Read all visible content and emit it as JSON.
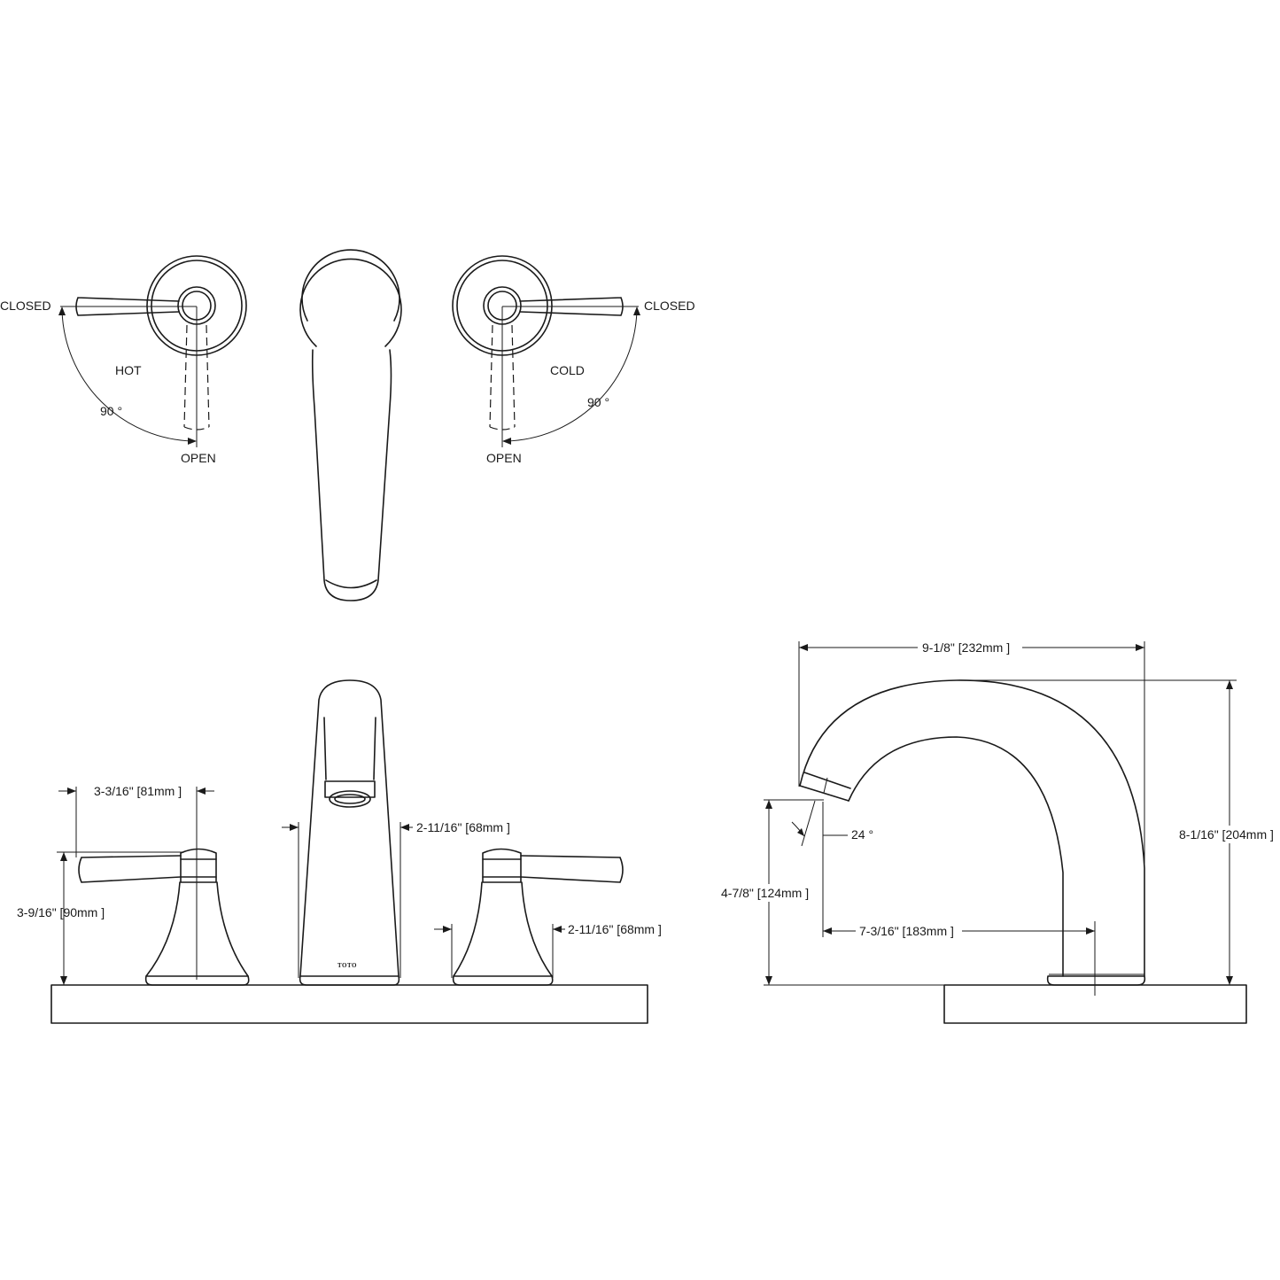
{
  "top_view": {
    "hot": {
      "closed": "CLOSED",
      "name": "HOT",
      "angle": "90 °",
      "open": "OPEN"
    },
    "cold": {
      "closed": "CLOSED",
      "name": "COLD",
      "angle": "90 °",
      "open": "OPEN"
    }
  },
  "front_view": {
    "handle_spread": "3-3/16\" [81mm ]",
    "handle_height": "3-9/16\" [90mm ]",
    "spout_base_dim": "2-11/16\" [68mm ]",
    "handle_base_dim": "2-11/16\" [68mm ]",
    "brand": "TOTO"
  },
  "side_view": {
    "overall_reach": "9-1/8\" [232mm ]",
    "overall_height": "8-1/16\" [204mm ]",
    "spout_height": "4-7/8\" [124mm ]",
    "spout_reach": "7-3/16\" [183mm ]",
    "spout_angle": "24 °"
  }
}
